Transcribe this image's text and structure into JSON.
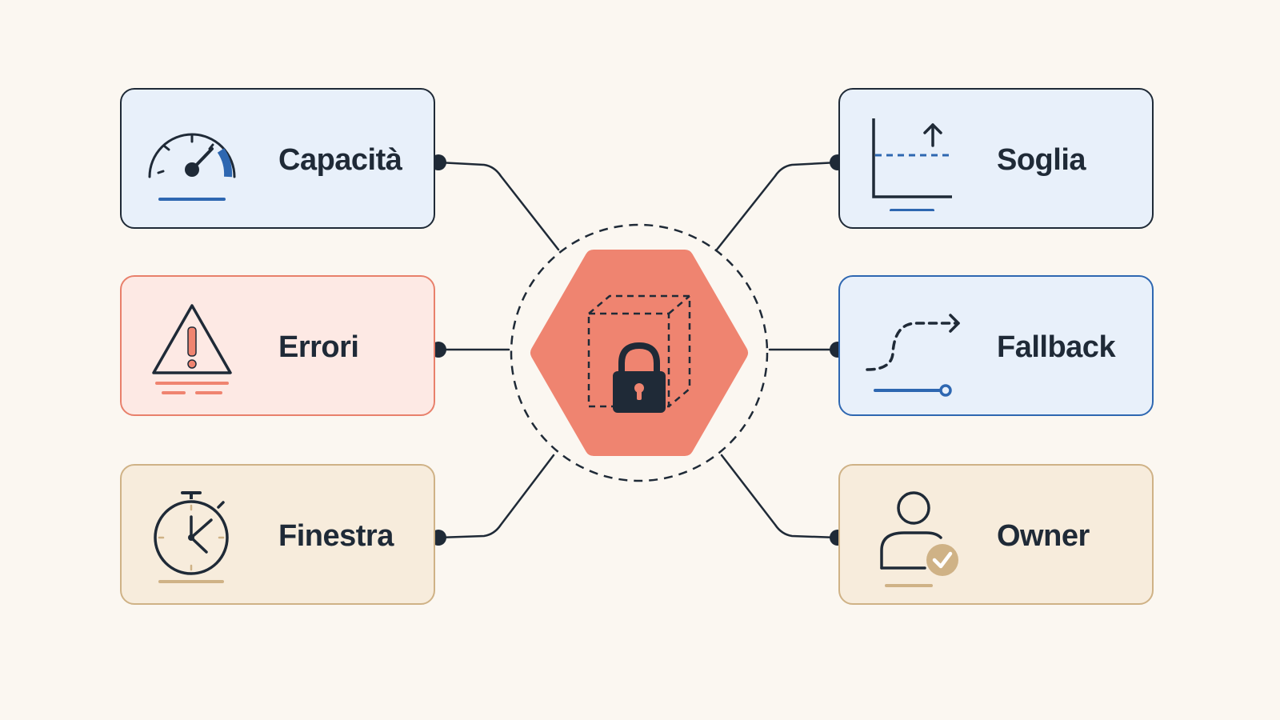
{
  "cards": {
    "capacita": {
      "label": "Capacità",
      "icon": "gauge-icon"
    },
    "errori": {
      "label": "Errori",
      "icon": "warning-icon"
    },
    "finestra": {
      "label": "Finestra",
      "icon": "stopwatch-icon"
    },
    "soglia": {
      "label": "Soglia",
      "icon": "threshold-chart-icon"
    },
    "fallback": {
      "label": "Fallback",
      "icon": "fallback-path-icon"
    },
    "owner": {
      "label": "Owner",
      "icon": "user-check-icon"
    }
  },
  "hub": {
    "icon": "locked-box-icon"
  },
  "colors": {
    "background": "#fbf7f1",
    "ink": "#1f2a37",
    "blue": "#2e67b1",
    "coral": "#ef8470",
    "tan": "#cfb286"
  }
}
